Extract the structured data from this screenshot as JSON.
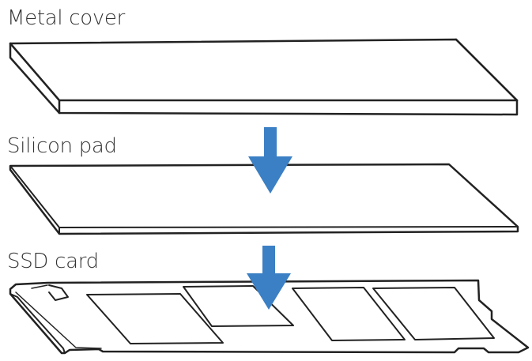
{
  "labels": {
    "metal_cover": "Metal cover",
    "silicon_pad": "Silicon pad",
    "ssd_card": "SSD card"
  },
  "colors": {
    "outline": "#222222",
    "arrow": "#3b7fc4",
    "fill": "#ffffff"
  },
  "icons": {
    "arrow": "arrow-down-icon"
  }
}
